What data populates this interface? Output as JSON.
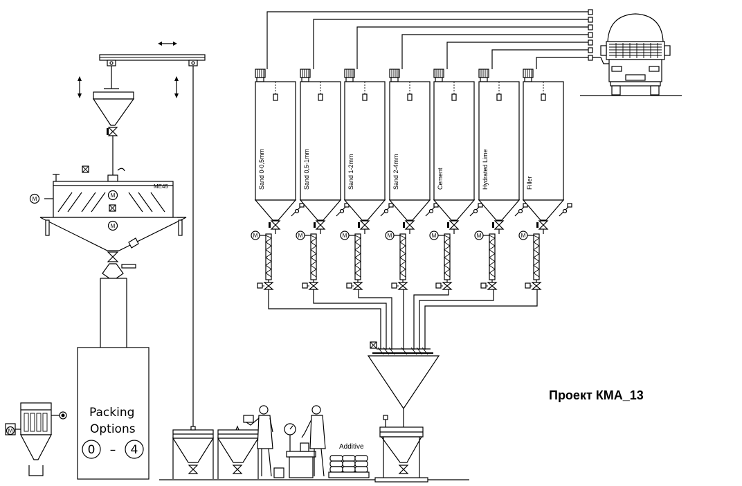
{
  "project_title": "Проект КМА_13",
  "mixer_label": "ME45",
  "packing": {
    "line1": "Packing",
    "line2": "Options",
    "option_from": "0",
    "dash": "–",
    "option_to": "4"
  },
  "additive_label": "Additive",
  "motor_symbol": "M",
  "silos": [
    {
      "label": "Sand 0-0,5mm"
    },
    {
      "label": "Sand 0,5-1mm"
    },
    {
      "label": "Sand 1-2mm"
    },
    {
      "label": "Sand 2-4mm"
    },
    {
      "label": "Cement"
    },
    {
      "label": "Hydrated Lime"
    },
    {
      "label": "Filler"
    }
  ]
}
